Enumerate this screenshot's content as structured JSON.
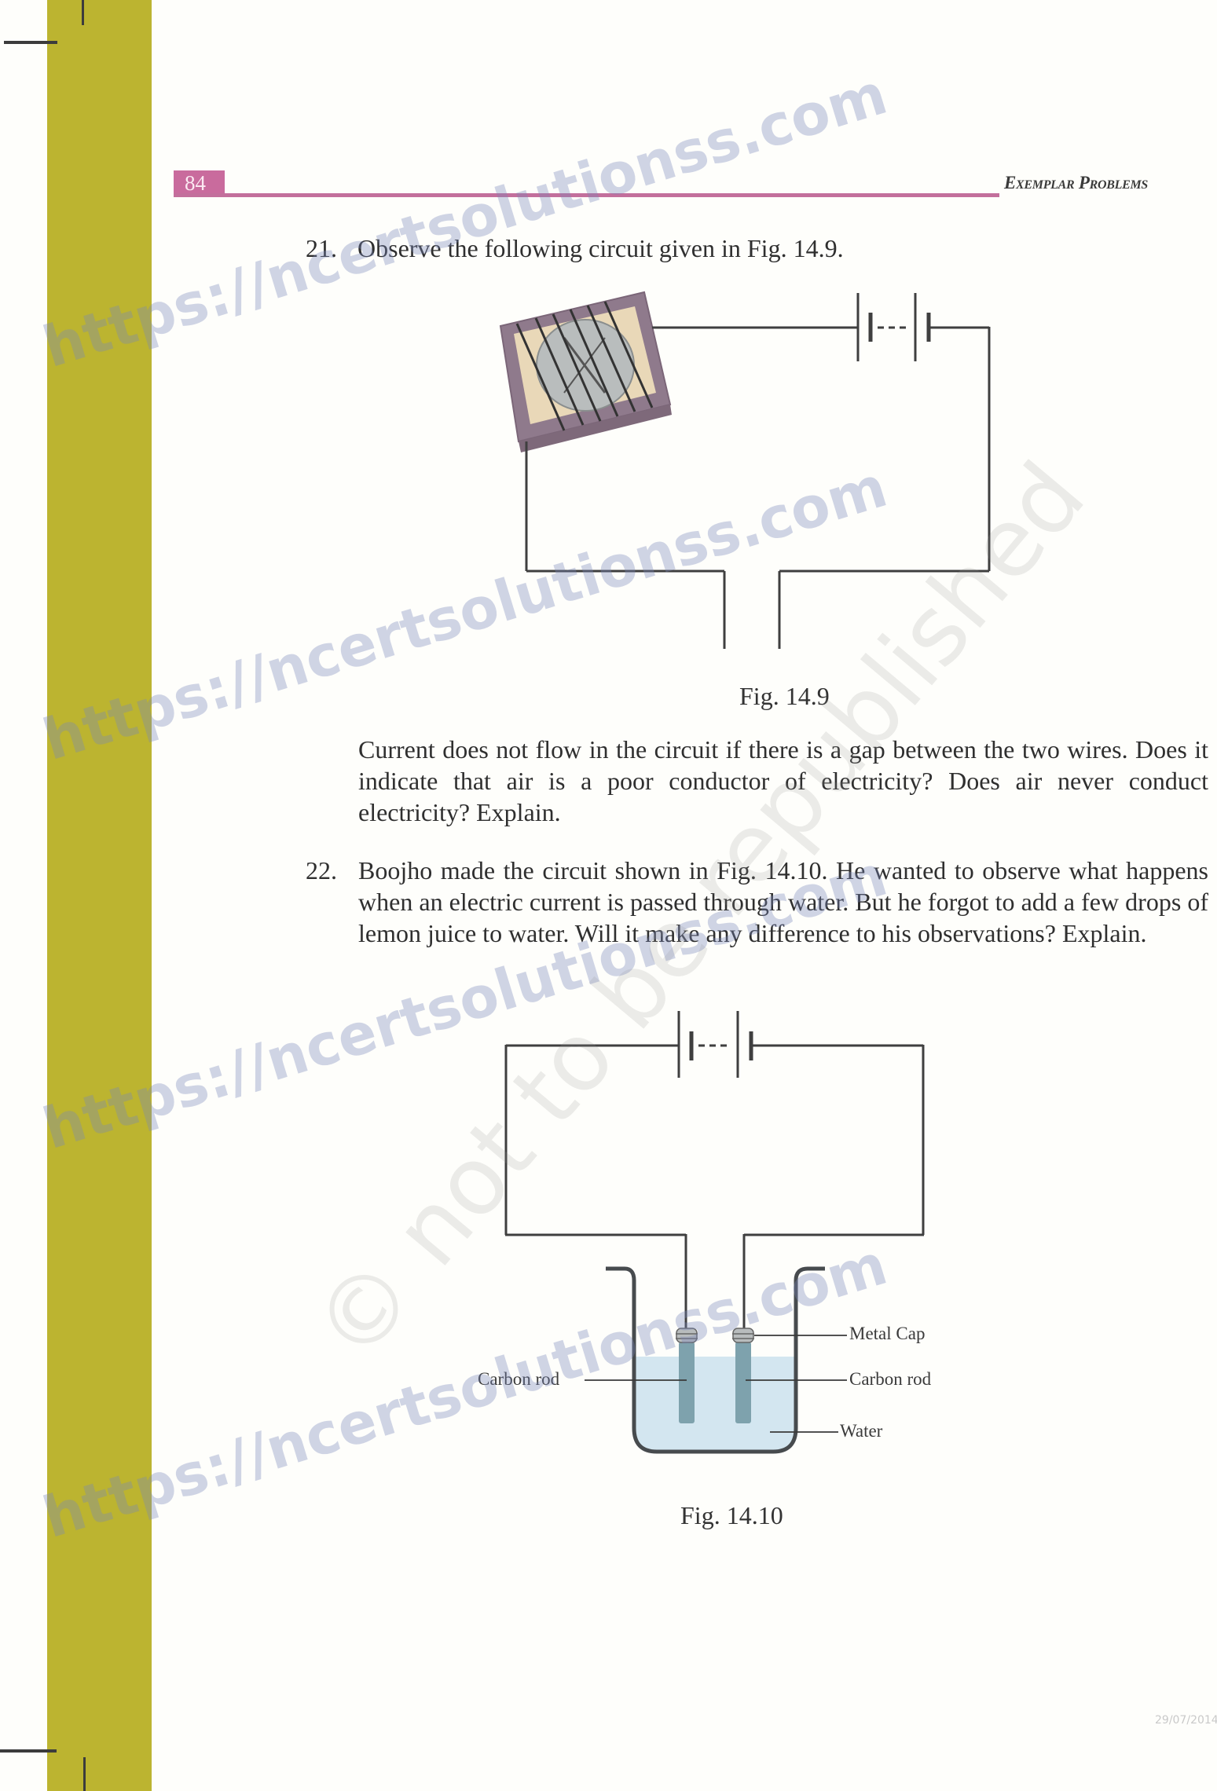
{
  "header": {
    "page_number": "84",
    "running_head": "Exemplar Problems"
  },
  "questions": [
    {
      "number": "21.",
      "text": "Observe the following circuit given in Fig. 14.9.",
      "figure": {
        "caption": "Fig. 14.9",
        "components": [
          "compass-with-coil-icon",
          "battery-icon",
          "wire-gap"
        ]
      },
      "followup": "Current does not flow in the circuit if there is a gap between the two wires. Does it indicate that air is a poor conductor of electricity? Does air never conduct electricity? Explain."
    },
    {
      "number": "22.",
      "text": "Boojho made the circuit shown in Fig. 14.10. He wanted to observe what happens when an electric current is passed through water. But he forgot to add a few drops of lemon juice to water. Will it make any difference to his observations? Explain.",
      "figure": {
        "caption": "Fig. 14.10",
        "labels": {
          "metal_cap": "Metal Cap",
          "carbon_rod_right": "Carbon rod",
          "carbon_rod_left": "Carbon rod",
          "water": "Water"
        }
      }
    }
  ],
  "watermarks": {
    "site": "https://ncertsolutionss.com",
    "copyright": "© not to be republished"
  },
  "footer": {
    "stamp": "29/07/2014"
  },
  "colors": {
    "margin_band": "#bcb430",
    "accent_pink": "#c36f9c",
    "water": "#cfe3ee"
  }
}
